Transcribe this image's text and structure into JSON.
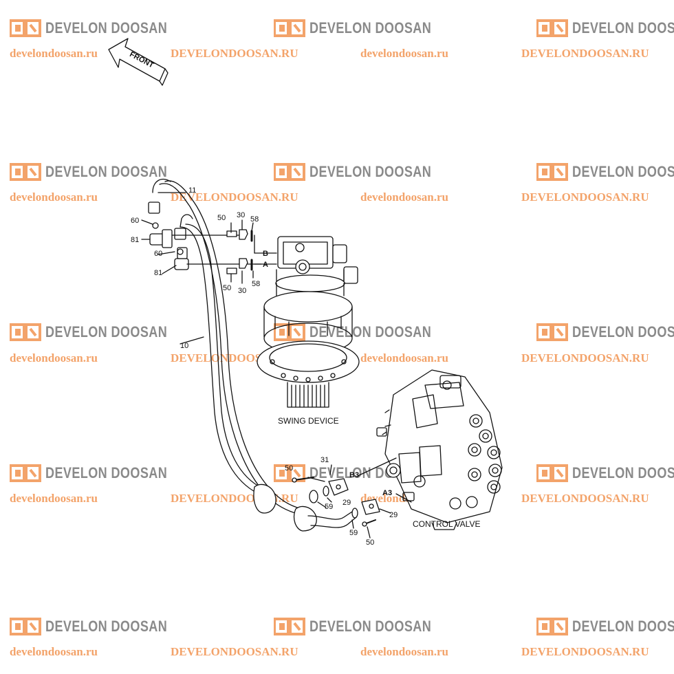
{
  "watermark": {
    "brand": "DEVELON DOOSAN",
    "url_lower": "develondoosan.ru",
    "url_upper": "DEVELONDOOSAN.RU",
    "brand_color": "#8a8a8a",
    "url_color": "#f3a36a"
  },
  "diagram": {
    "front_label": "FRONT",
    "swing_device": "SWING DEVICE",
    "control_valve": "CONTROL VALVE",
    "ports": {
      "a": "A",
      "b": "B",
      "a3": "A3",
      "b3": "B3"
    },
    "parts": {
      "p10": "10",
      "p11": "11",
      "p29": "29",
      "p30": "30",
      "p31": "31",
      "p50": "50",
      "p58": "58",
      "p59": "59",
      "p60": "60",
      "p81": "81"
    }
  }
}
